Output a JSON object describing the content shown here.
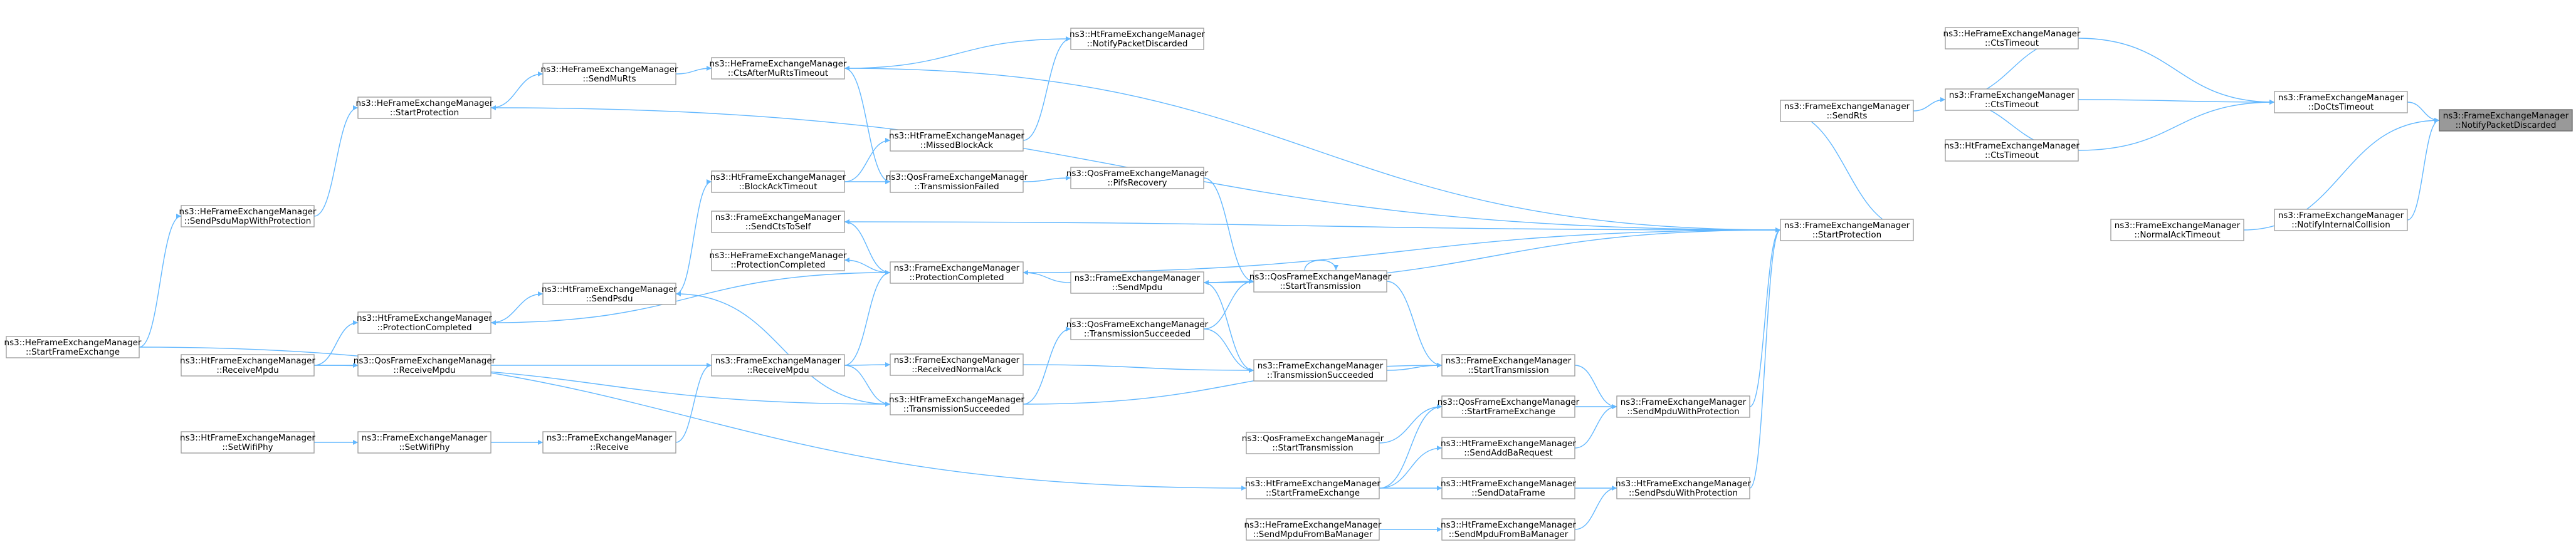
{
  "diagram": {
    "root_node_id": "root",
    "nodes": [
      {
        "id": "root",
        "line1": "ns3::FrameExchangeManager",
        "line2": "::NotifyPacketDiscarded",
        "href": true
      },
      {
        "id": "docts",
        "line1": "ns3::FrameExchangeManager",
        "line2": "::DoCtsTimeout",
        "href": true
      },
      {
        "id": "notifyinternal",
        "line1": "ns3::FrameExchangeManager",
        "line2": "::NotifyInternalCollision",
        "href": true
      },
      {
        "id": "normalack",
        "line1": "ns3::FrameExchangeManager",
        "line2": "::NormalAckTimeout",
        "href": true
      },
      {
        "id": "he_cts",
        "line1": "ns3::HeFrameExchangeManager",
        "line2": "::CtsTimeout",
        "href": true
      },
      {
        "id": "fem_cts",
        "line1": "ns3::FrameExchangeManager",
        "line2": "::CtsTimeout",
        "href": true
      },
      {
        "id": "ht_cts",
        "line1": "ns3::HtFrameExchangeManager",
        "line2": "::CtsTimeout",
        "href": true
      },
      {
        "id": "sendrts",
        "line1": "ns3::FrameExchangeManager",
        "line2": "::SendRts",
        "href": true
      },
      {
        "id": "fem_startprot",
        "line1": "ns3::FrameExchangeManager",
        "line2": "::StartProtection",
        "href": true
      },
      {
        "id": "fem_sendmpduwp",
        "line1": "ns3::FrameExchangeManager",
        "line2": "::SendMpduWithProtection",
        "href": true
      },
      {
        "id": "ht_sendpsduwp",
        "line1": "ns3::HtFrameExchangeManager",
        "line2": "::SendPsduWithProtection",
        "href": true
      },
      {
        "id": "fem_starttx",
        "line1": "ns3::FrameExchangeManager",
        "line2": "::StartTransmission",
        "href": true
      },
      {
        "id": "qos_startfe",
        "line1": "ns3::QosFrameExchangeManager",
        "line2": "::StartFrameExchange",
        "href": true
      },
      {
        "id": "ht_sendaddba",
        "line1": "ns3::HtFrameExchangeManager",
        "line2": "::SendAddBaRequest",
        "href": true
      },
      {
        "id": "ht_senddata",
        "line1": "ns3::HtFrameExchangeManager",
        "line2": "::SendDataFrame",
        "href": true
      },
      {
        "id": "ht_sendmpdufromba",
        "line1": "ns3::HtFrameExchangeManager",
        "line2": "::SendMpduFromBaManager",
        "href": true
      },
      {
        "id": "qos_starttx",
        "line1": "ns3::QosFrameExchangeManager",
        "line2": "::StartTransmission",
        "href": true
      },
      {
        "id": "fem_txsucc",
        "line1": "ns3::FrameExchangeManager",
        "line2": "::TransmissionSucceeded",
        "href": true
      },
      {
        "id": "fem_sendmpdu",
        "line1": "ns3::FrameExchangeManager",
        "line2": "::SendMpdu",
        "href": true
      },
      {
        "id": "qos_pifs",
        "line1": "ns3::QosFrameExchangeManager",
        "line2": "::PifsRecovery",
        "href": true
      },
      {
        "id": "qos_txsucc",
        "line1": "ns3::QosFrameExchangeManager",
        "line2": "::TransmissionSucceeded",
        "href": true
      },
      {
        "id": "qos_starttx2",
        "line1": "ns3::QosFrameExchangeManager",
        "line2": "::StartTransmission",
        "href": true
      },
      {
        "id": "ht_startfe",
        "line1": "ns3::HtFrameExchangeManager",
        "line2": "::StartFrameExchange",
        "href": true
      },
      {
        "id": "he_sendmpdufromba",
        "line1": "ns3::HeFrameExchangeManager",
        "line2": "::SendMpduFromBaManager",
        "href": true
      },
      {
        "id": "ht_notifydisc",
        "line1": "ns3::HtFrameExchangeManager",
        "line2": "::NotifyPacketDiscarded",
        "href": true
      },
      {
        "id": "he_ctsafter",
        "line1": "ns3::HeFrameExchangeManager",
        "line2": "::CtsAfterMuRtsTimeout",
        "href": true
      },
      {
        "id": "ht_missedba",
        "line1": "ns3::HtFrameExchangeManager",
        "line2": "::MissedBlockAck",
        "href": true
      },
      {
        "id": "ht_batimeout",
        "line1": "ns3::HtFrameExchangeManager",
        "line2": "::BlockAckTimeout",
        "href": true
      },
      {
        "id": "qos_txfailed",
        "line1": "ns3::QosFrameExchangeManager",
        "line2": "::TransmissionFailed",
        "href": true
      },
      {
        "id": "fem_sendcts",
        "line1": "ns3::FrameExchangeManager",
        "line2": "::SendCtsToSelf",
        "href": true
      },
      {
        "id": "he_protcomp",
        "line1": "ns3::HeFrameExchangeManager",
        "line2": "::ProtectionCompleted",
        "href": true
      },
      {
        "id": "fem_protcomp",
        "line1": "ns3::FrameExchangeManager",
        "line2": "::ProtectionCompleted",
        "href": true
      },
      {
        "id": "fem_recvnormalack",
        "line1": "ns3::FrameExchangeManager",
        "line2": "::ReceivedNormalAck",
        "href": true
      },
      {
        "id": "ht_txsucc",
        "line1": "ns3::HtFrameExchangeManager",
        "line2": "::TransmissionSucceeded",
        "href": true
      },
      {
        "id": "fem_recvmpdu",
        "line1": "ns3::FrameExchangeManager",
        "line2": "::ReceiveMpdu",
        "href": true
      },
      {
        "id": "fem_receive",
        "line1": "ns3::FrameExchangeManager",
        "line2": "::Receive",
        "href": true
      },
      {
        "id": "he_sendmurts",
        "line1": "ns3::HeFrameExchangeManager",
        "line2": "::SendMuRts",
        "href": true
      },
      {
        "id": "he_startprot",
        "line1": "ns3::HeFrameExchangeManager",
        "line2": "::StartProtection",
        "href": true
      },
      {
        "id": "ht_sendpsdu",
        "line1": "ns3::HtFrameExchangeManager",
        "line2": "::SendPsdu",
        "href": true
      },
      {
        "id": "ht_protcomp",
        "line1": "ns3::HtFrameExchangeManager",
        "line2": "::ProtectionCompleted",
        "href": true
      },
      {
        "id": "qos_recvmpdu",
        "line1": "ns3::QosFrameExchangeManager",
        "line2": "::ReceiveMpdu",
        "href": true
      },
      {
        "id": "ht_recvmpdu",
        "line1": "ns3::HtFrameExchangeManager",
        "line2": "::ReceiveMpdu",
        "href": true
      },
      {
        "id": "fem_setwifiphy",
        "line1": "ns3::FrameExchangeManager",
        "line2": "::SetWifiPhy",
        "href": true
      },
      {
        "id": "ht_setwifiphy",
        "line1": "ns3::HtFrameExchangeManager",
        "line2": "::SetWifiPhy",
        "href": true
      },
      {
        "id": "he_sendpsdumap",
        "line1": "ns3::HeFrameExchangeManager",
        "line2": "::SendPsduMapWithProtection",
        "href": true
      },
      {
        "id": "he_startfe",
        "line1": "ns3::HeFrameExchangeManager",
        "line2": "::StartFrameExchange",
        "href": true
      }
    ]
  }
}
